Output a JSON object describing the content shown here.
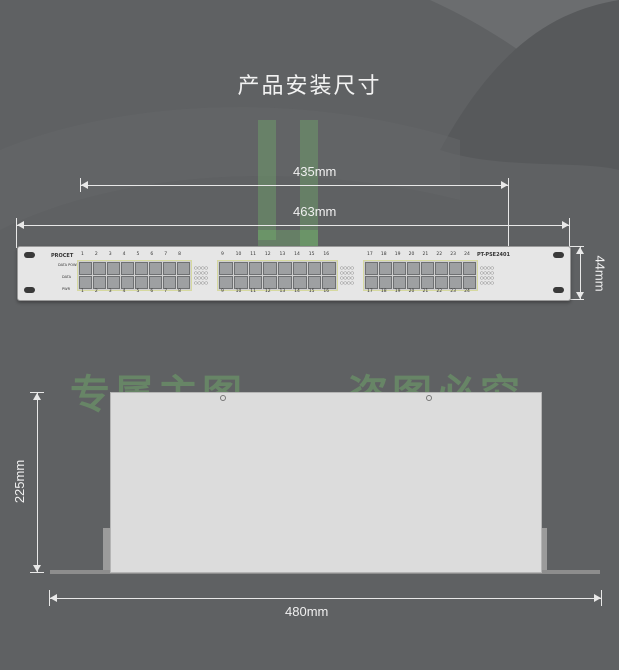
{
  "title": "产品安装尺寸",
  "dimensions": {
    "inner_width": "435mm",
    "outer_width": "463mm",
    "height": "44mm",
    "depth": "225mm",
    "total_width": "480mm"
  },
  "panel": {
    "brand": "PROCET",
    "model": "PT-PSE2401",
    "labels": {
      "data_power": "DATA POWER",
      "data": "DATA",
      "pwr": "PWR"
    },
    "groups": [
      {
        "ports": [
          "1",
          "2",
          "3",
          "4",
          "5",
          "6",
          "7",
          "8"
        ]
      },
      {
        "ports": [
          "9",
          "10",
          "11",
          "12",
          "13",
          "14",
          "15",
          "16"
        ]
      },
      {
        "ports": [
          "17",
          "18",
          "19",
          "20",
          "21",
          "22",
          "23",
          "24"
        ]
      }
    ]
  },
  "watermarks": [
    "专属主图",
    "盗图必究"
  ],
  "colors": {
    "background": "#5f6163",
    "watermark": "#78c86e"
  }
}
